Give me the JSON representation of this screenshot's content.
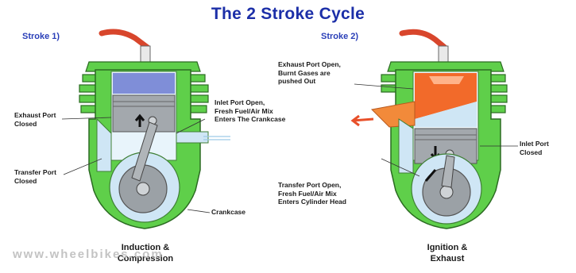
{
  "title": "The 2 Stroke Cycle",
  "stroke1": {
    "label": "Stroke 1)",
    "exhaust_port": "Exhaust Port\nClosed",
    "inlet_port": "Inlet Port Open,\nFresh Fuel/Air Mix\nEnters The Crankcase",
    "transfer_port": "Transfer Port\nClosed",
    "crankcase": "Crankcase",
    "caption": "Induction &\nCompression"
  },
  "stroke2": {
    "label": "Stroke 2)",
    "exhaust_port": "Exhaust Port Open,\nBurnt Gases are\npushed Out",
    "inlet_port": "Inlet Port\nClosed",
    "transfer_port": "Transfer Port Open,\nFresh Fuel/Air Mix\nEnters Cylinder Head",
    "caption": "Ignition &\nExhaust"
  },
  "watermark": "www.wheelbikes.com",
  "colors": {
    "engine_body": "#5fcf4a",
    "engine_outline": "#2b6b22",
    "title": "#1c2fa8",
    "spark_plug_lead": "#d8462c",
    "compressed_mix": "#7f8ed8",
    "burnt_gas": "#f26a2a",
    "fresh_mix": "#cfe6f5",
    "piston": "#9aa0a6"
  }
}
